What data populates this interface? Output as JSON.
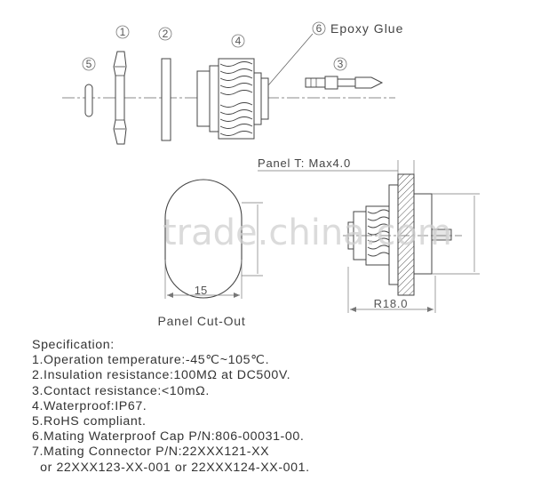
{
  "callouts": {
    "part1": "1",
    "part2": "2",
    "part3": "3",
    "part4": "4",
    "part5": "5",
    "part6": "6",
    "epoxy_glue": "Epoxy Glue"
  },
  "dimensions": {
    "panel_thickness": "Panel T: Max4.0",
    "cutout_width": "15",
    "radius": "R18.0",
    "cutout_caption": "Panel Cut-Out"
  },
  "watermark": "trade.china.com",
  "spec": {
    "heading": "Specification:",
    "lines": [
      "1.Operation temperature:-45℃~105℃.",
      "2.Insulation resistance:100MΩ at DC500V.",
      "3.Contact resistance:<10mΩ.",
      "4.Waterproof:IP67.",
      "5.RoHS compliant.",
      "6.Mating Waterproof Cap P/N:806-00031-00.",
      "7.Mating Connector P/N:22XXX121-XX",
      "  or 22XXX123-XX-001 or 22XXX124-XX-001."
    ]
  }
}
